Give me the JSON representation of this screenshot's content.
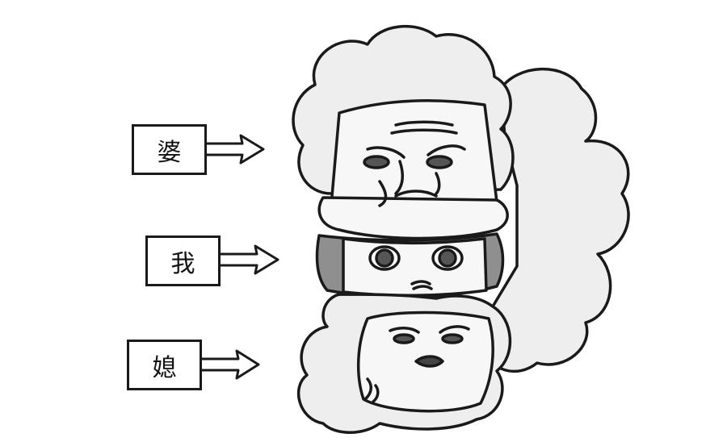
{
  "labels": {
    "mother_in_law": "婆",
    "me": "我",
    "daughter_in_law": "媳"
  },
  "colors": {
    "ink": "#1a1a1a",
    "hair_fill": "#eeeeee",
    "face_fill": "#f7f7f7",
    "band_fill": "#8f8f8f"
  }
}
